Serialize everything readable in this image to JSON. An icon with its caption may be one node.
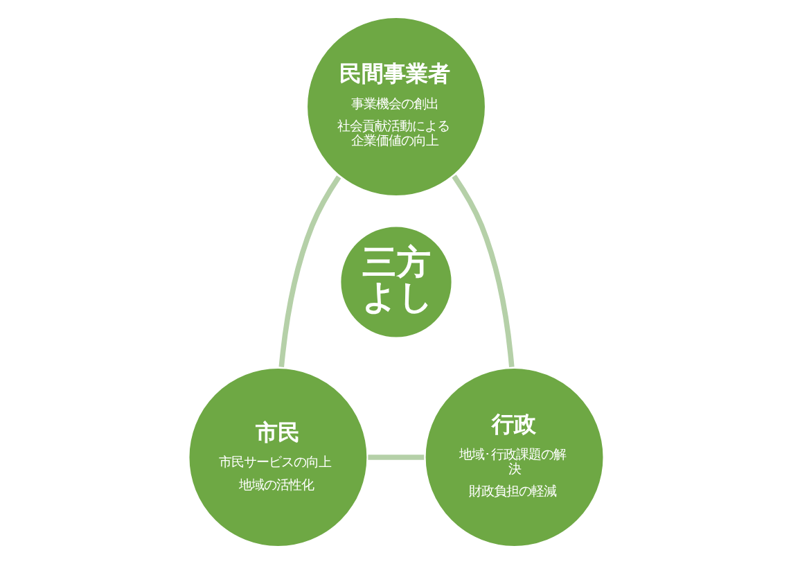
{
  "diagram": {
    "nodes": [
      {
        "text": [
          "民間事業者",
          "事業機会の創出",
          "社会貢献活動による企業価値の向上"
        ]
      },
      {
        "text": [
          "三方よし"
        ]
      },
      {
        "text": [
          "行政",
          "地域･行政課題の解決",
          "財政負担の軽減"
        ]
      },
      {
        "text": [
          "市民",
          "市民サービスの向上",
          "地域の活性化"
        ]
      }
    ],
    "edges": [
      {
        "from": 0,
        "to": 3,
        "arrow": "none"
      },
      {
        "from": 3,
        "to": 2,
        "arrow": "none"
      },
      {
        "from": 2,
        "to": 0,
        "arrow": "none"
      }
    ]
  }
}
